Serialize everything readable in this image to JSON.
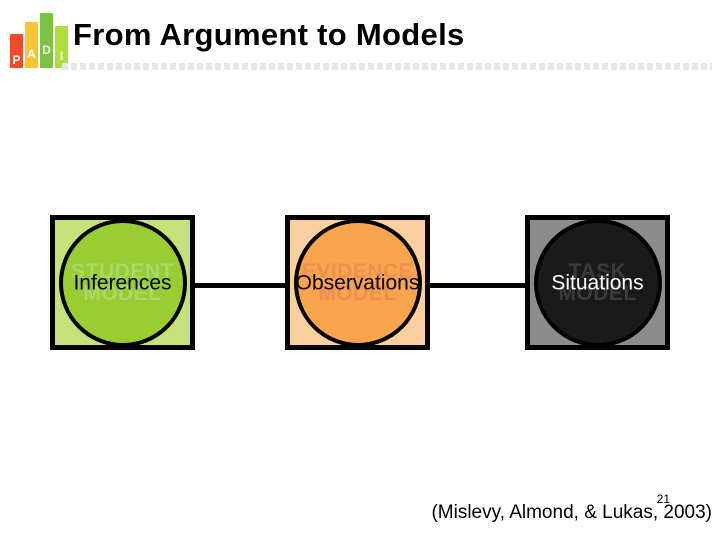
{
  "slide": {
    "title": "From Argument to Models",
    "logo": {
      "name": "PADI",
      "letters": [
        "P",
        "A",
        "D",
        "I"
      ],
      "colors": [
        "#f04a29",
        "#fcc431",
        "#7dc242",
        "#aede3a"
      ]
    },
    "divider_color": "#e7e7e7"
  },
  "diagram": {
    "type": "three-linked-models",
    "nodes": [
      {
        "id": "student",
        "label": "Inferences",
        "ghost_line1": "STUDENT",
        "ghost_line2": "MODEL",
        "square_color": "#c5e17a",
        "circle_color": "#9acd32",
        "ghost_color": "#a8d96a",
        "label_color": "#000000"
      },
      {
        "id": "evidence",
        "label": "Observations",
        "ghost_line1": "EVIDENCE",
        "ghost_line2": "MODEL",
        "square_color": "#fbcf9e",
        "circle_color": "#f9a54d",
        "ghost_color": "#f08f50",
        "label_color": "#000000"
      },
      {
        "id": "task",
        "label": "Situations",
        "ghost_line1": "TASK",
        "ghost_line2": "MODEL",
        "square_color": "#8c8c8c",
        "circle_color": "#1a1a1a",
        "ghost_color": "#3a3a3a",
        "label_color": "#ffffff"
      }
    ],
    "connector_color": "#000000"
  },
  "footer": {
    "page_number": "21",
    "citation": "(Mislevy, Almond, & Lukas, 2003)"
  }
}
